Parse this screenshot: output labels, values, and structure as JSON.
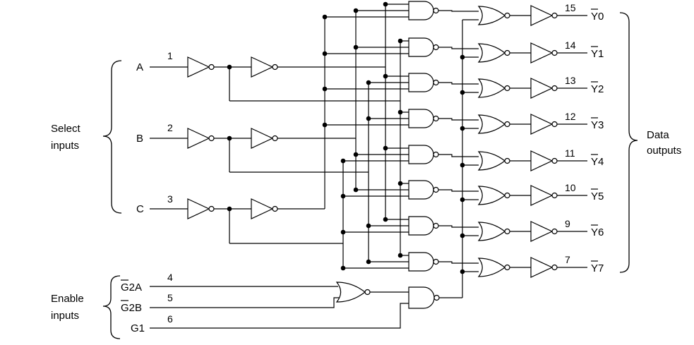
{
  "inputs": {
    "select": [
      {
        "name": "A",
        "pin": "1"
      },
      {
        "name": "B",
        "pin": "2"
      },
      {
        "name": "C",
        "pin": "3"
      }
    ],
    "enable": [
      {
        "name": "G2A",
        "overbar": true,
        "pin": "4"
      },
      {
        "name": "G2B",
        "overbar": true,
        "pin": "5"
      },
      {
        "name": "G1",
        "overbar": false,
        "pin": "6"
      }
    ]
  },
  "outputs": [
    {
      "name": "Y0",
      "pin": "15"
    },
    {
      "name": "Y1",
      "pin": "14"
    },
    {
      "name": "Y2",
      "pin": "13"
    },
    {
      "name": "Y3",
      "pin": "12"
    },
    {
      "name": "Y4",
      "pin": "11"
    },
    {
      "name": "Y5",
      "pin": "10"
    },
    {
      "name": "Y6",
      "pin": "9"
    },
    {
      "name": "Y7",
      "pin": "7"
    }
  ],
  "groups": {
    "select_label_1": "Select",
    "select_label_2": "inputs",
    "enable_label_1": "Enable",
    "enable_label_2": "inputs",
    "output_label_1": "Data",
    "output_label_2": "outputs"
  }
}
